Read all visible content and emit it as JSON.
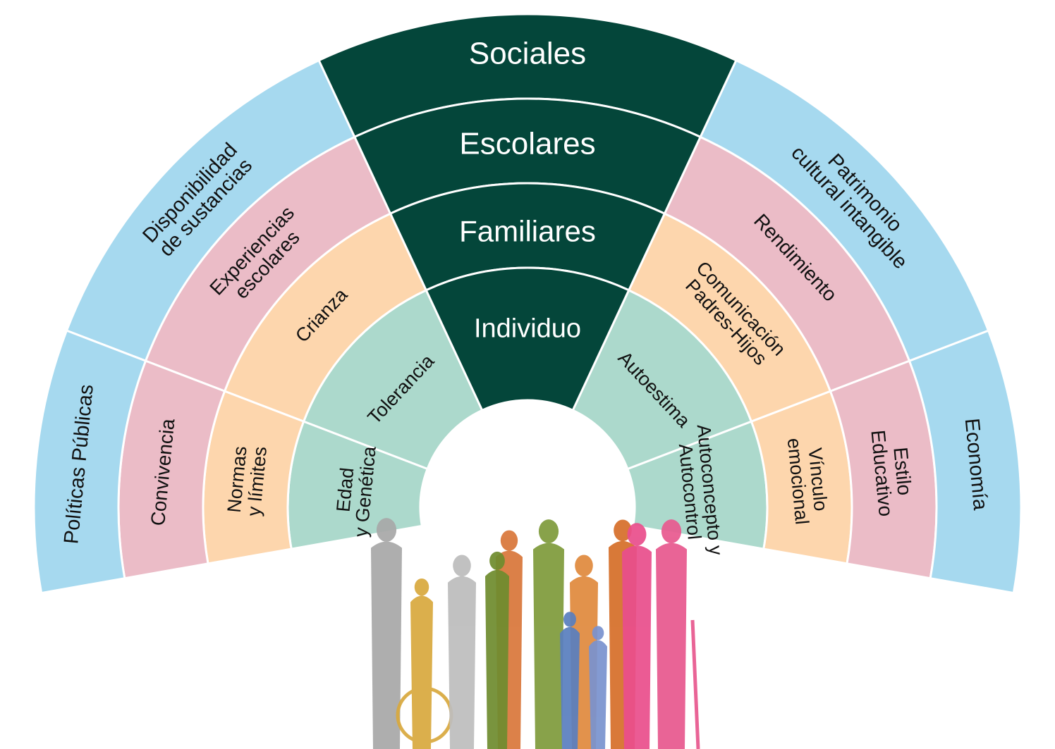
{
  "diagram": {
    "colors": {
      "core": "#04463a",
      "individual": "#acd9cc",
      "family": "#fdd6ad",
      "school": "#ebbcc7",
      "social": "#a6d9ef",
      "separator": "#ffffff"
    },
    "core_labels": [
      "Sociales",
      "Escolares",
      "Familiares",
      "Individuo"
    ],
    "rings": [
      {
        "name": "individual",
        "left_top": [
          "Tolerancia"
        ],
        "left_bottom": [
          "Edad",
          "y Genética"
        ],
        "right_top": [
          "Autoestima"
        ],
        "right_bottom": [
          "Autoconcepto y",
          "Autocontrol"
        ]
      },
      {
        "name": "family",
        "left_top": [
          "Crianza"
        ],
        "left_bottom": [
          "Normas",
          "y límites"
        ],
        "right_top": [
          "Comunicación",
          "Padres-Hijos"
        ],
        "right_bottom": [
          "Vínculo",
          "emocional"
        ]
      },
      {
        "name": "school",
        "left_top": [
          "Experiencias",
          "escolares"
        ],
        "left_bottom": [
          "Convivencia"
        ],
        "right_top": [
          "Rendimiento"
        ],
        "right_bottom": [
          "Estilo",
          "Educativo"
        ]
      },
      {
        "name": "social",
        "left_top": [
          "Disponibilidad",
          "de sustancias"
        ],
        "left_bottom": [
          "Políticas  Públicas"
        ],
        "right_top": [
          "Patrimonio",
          "cultural  intangible"
        ],
        "right_bottom": [
          "Economía"
        ]
      }
    ],
    "people_colors": [
      "#a8a8a8",
      "#d9a93f",
      "#bdbdbd",
      "#d9773b",
      "#6f8c2f",
      "#7f9b3c",
      "#e08a3e",
      "#5a7fbf",
      "#7a93cf",
      "#d66f2a",
      "#e94f8c",
      "#e8598f"
    ]
  }
}
